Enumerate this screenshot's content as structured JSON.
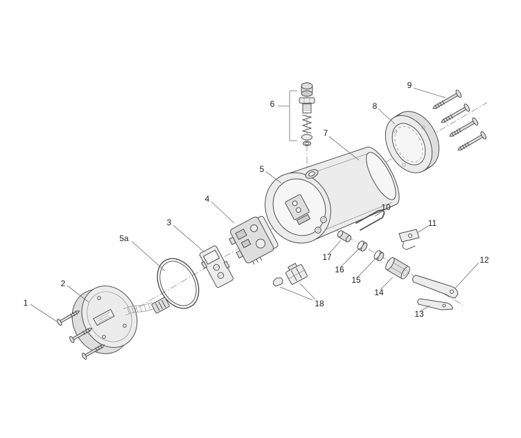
{
  "diagram": {
    "type": "exploded-parts-diagram",
    "colors": {
      "line": "#4d4d4d",
      "fill_light": "#ececec",
      "fill_mid": "#dedede",
      "background": "#ffffff"
    },
    "callouts": [
      {
        "id": "1",
        "label": "1"
      },
      {
        "id": "2",
        "label": "2"
      },
      {
        "id": "3",
        "label": "3"
      },
      {
        "id": "4",
        "label": "4"
      },
      {
        "id": "5",
        "label": "5"
      },
      {
        "id": "5a",
        "label": "5a"
      },
      {
        "id": "6",
        "label": "6"
      },
      {
        "id": "7",
        "label": "7"
      },
      {
        "id": "8",
        "label": "8"
      },
      {
        "id": "9",
        "label": "9"
      },
      {
        "id": "10",
        "label": "10"
      },
      {
        "id": "11",
        "label": "11"
      },
      {
        "id": "12",
        "label": "12"
      },
      {
        "id": "13",
        "label": "13"
      },
      {
        "id": "14",
        "label": "14"
      },
      {
        "id": "15",
        "label": "15"
      },
      {
        "id": "16",
        "label": "16"
      },
      {
        "id": "17",
        "label": "17"
      },
      {
        "id": "18",
        "label": "18"
      }
    ]
  }
}
